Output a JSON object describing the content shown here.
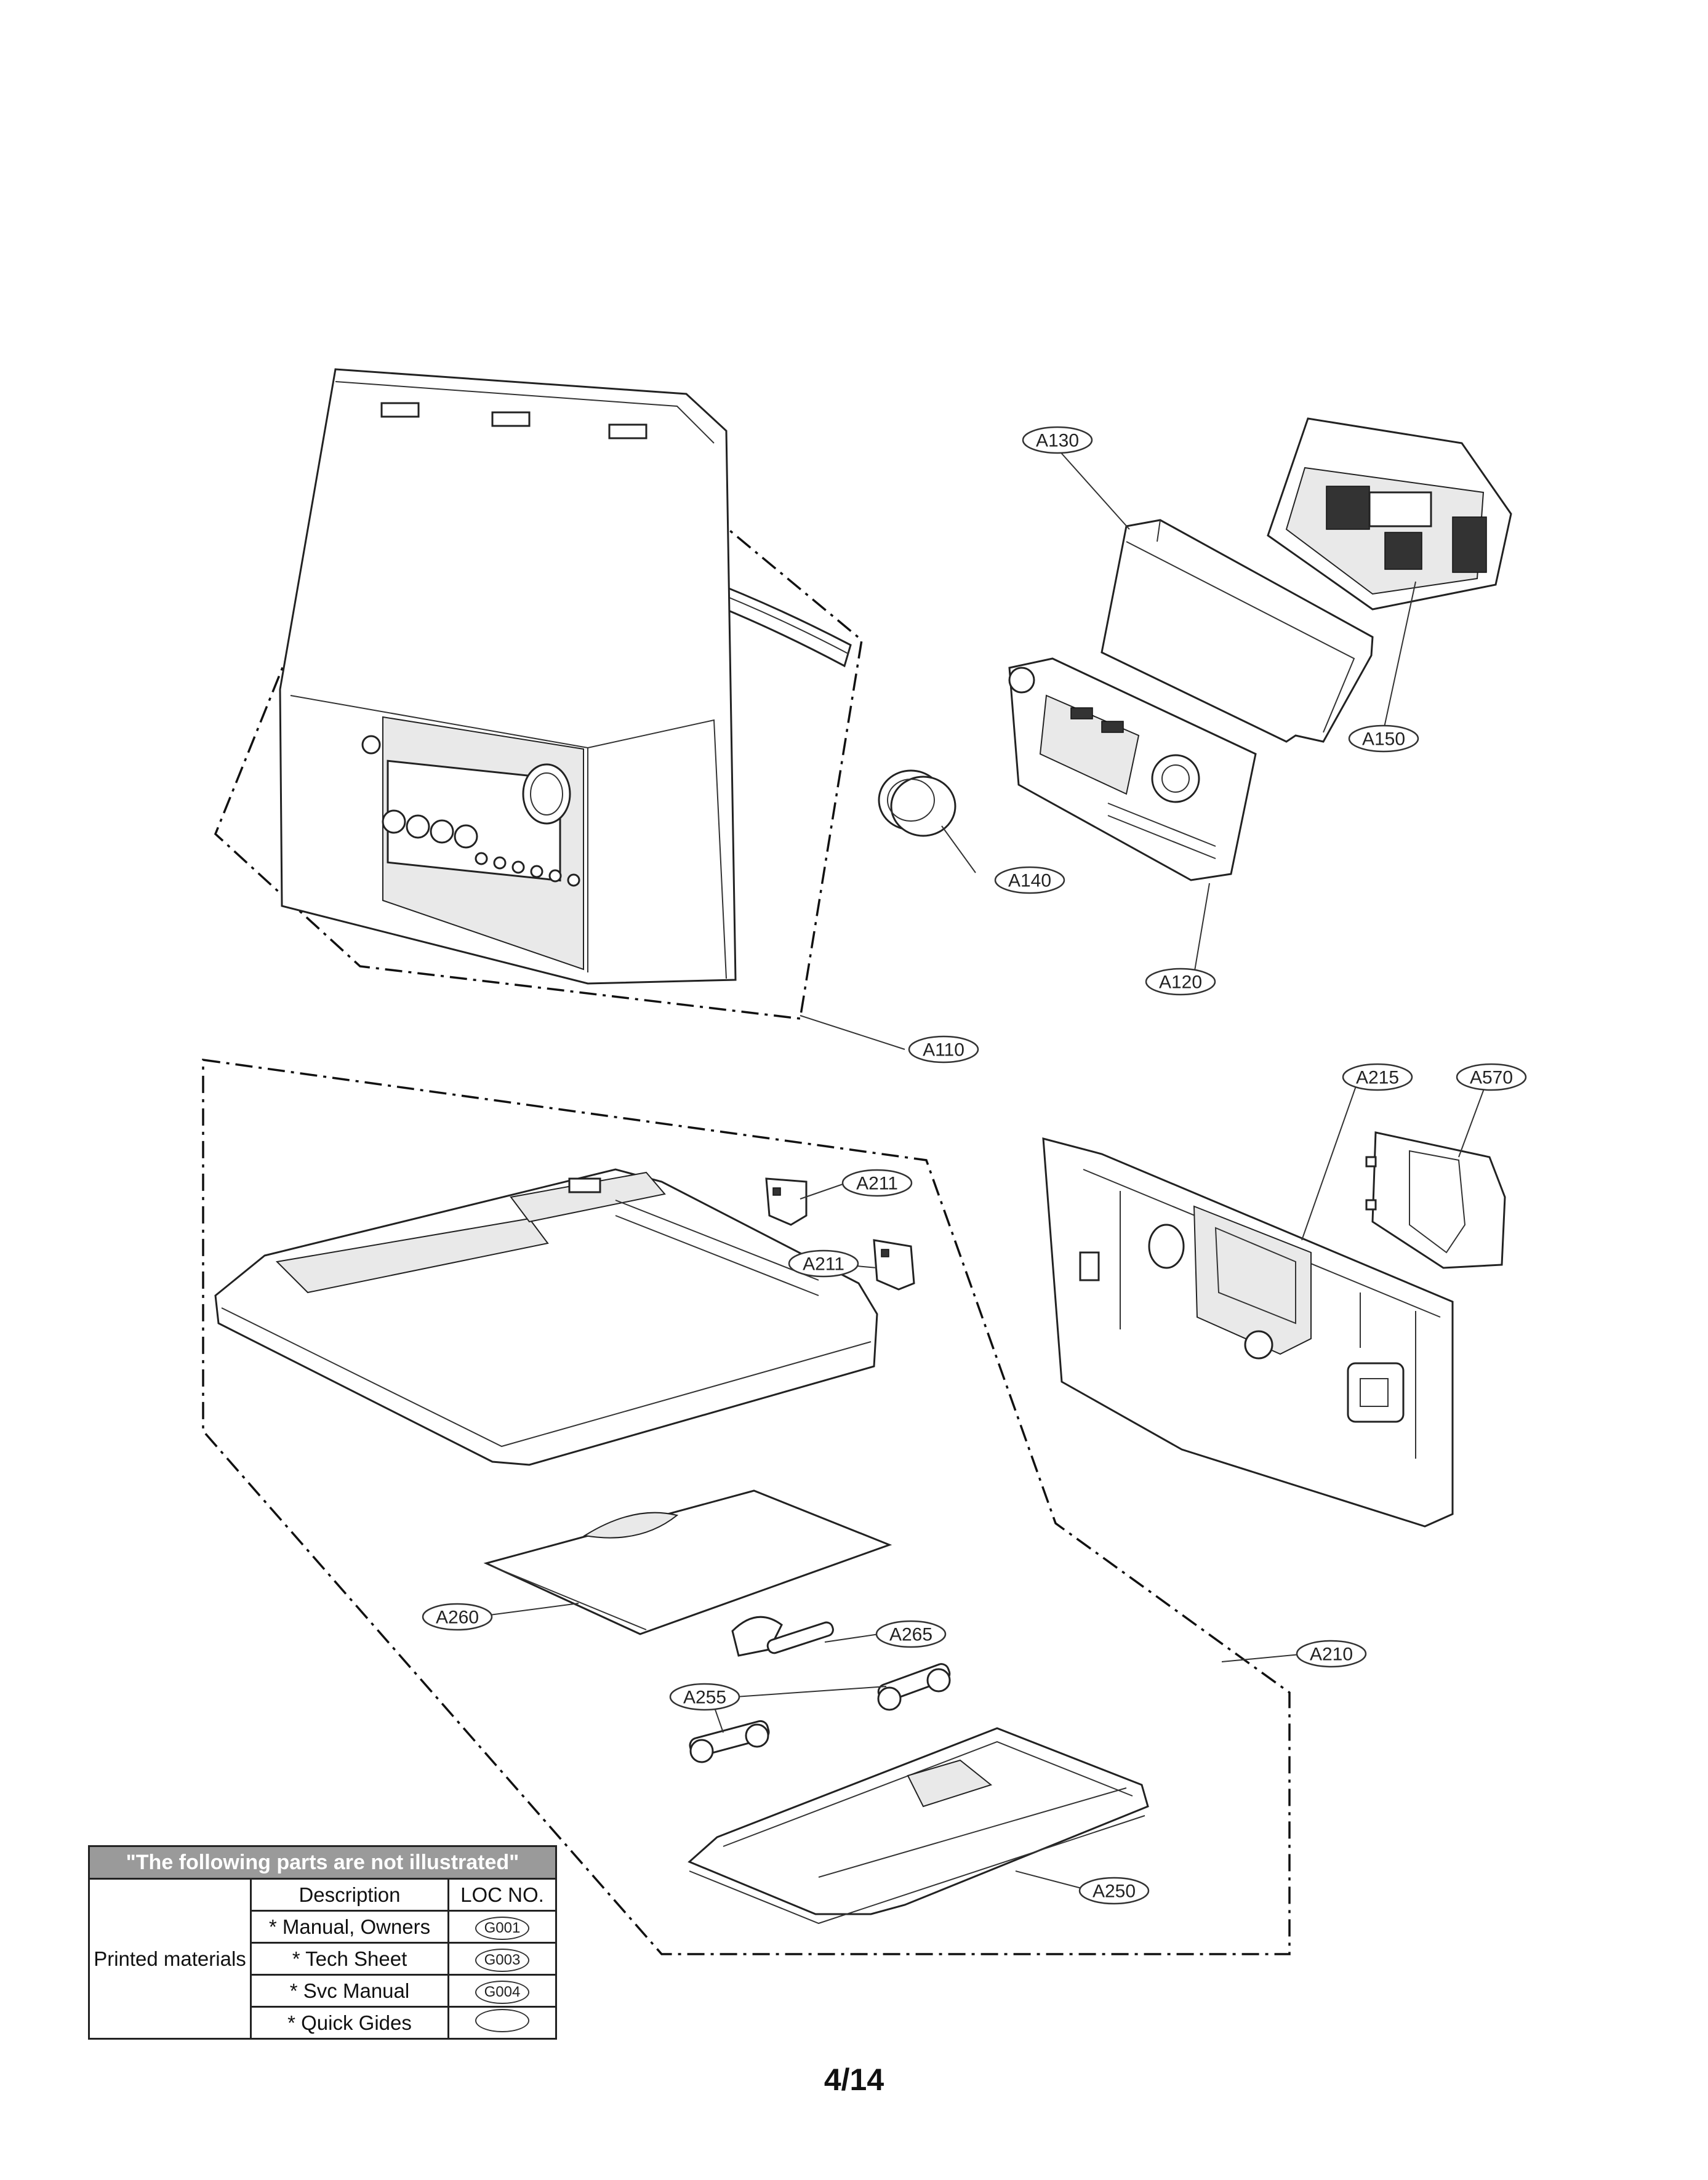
{
  "callouts": {
    "A110": "A110",
    "A120": "A120",
    "A130": "A130",
    "A140": "A140",
    "A150": "A150",
    "A210": "A210",
    "A211a": "A211",
    "A211b": "A211",
    "A215": "A215",
    "A250": "A250",
    "A255": "A255",
    "A260": "A260",
    "A265": "A265",
    "A570": "A570"
  },
  "legend": {
    "title": "\"The following parts are not illustrated\"",
    "group_label": "Printed materials",
    "col_description": "Description",
    "col_loc": "LOC NO.",
    "rows": [
      {
        "description": "* Manual, Owners",
        "loc": "G001"
      },
      {
        "description": "* Tech Sheet",
        "loc": "G003"
      },
      {
        "description": "* Svc Manual",
        "loc": "G004"
      },
      {
        "description": "* Quick Gides",
        "loc": ""
      }
    ]
  },
  "page_number": "4/14"
}
